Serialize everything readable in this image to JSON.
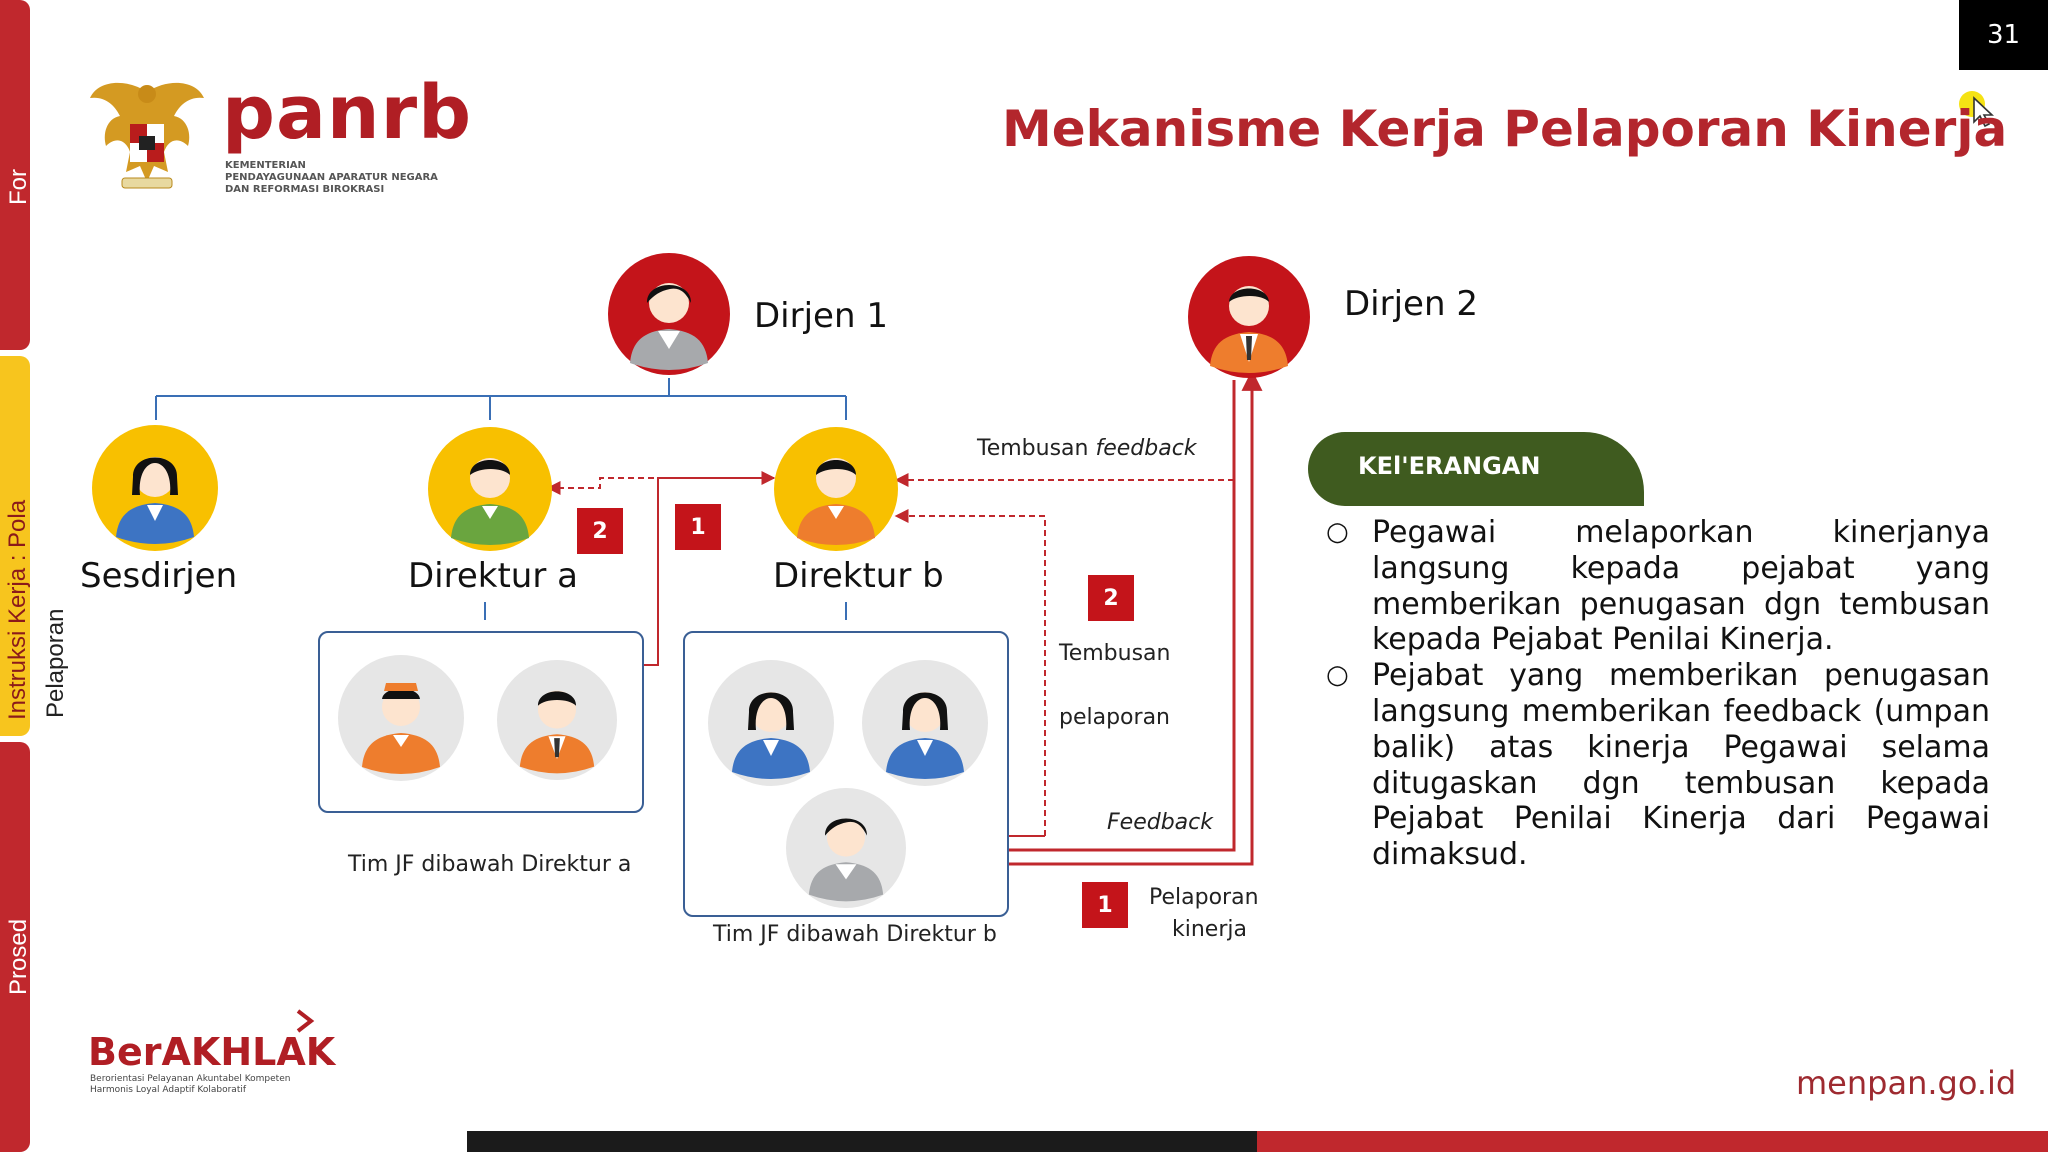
{
  "page_number": "31",
  "side_tabs": {
    "top": "For",
    "middle": "Instruksi Kerja : Pola",
    "middle_sub": "Pelaporan",
    "bottom": "Prosed"
  },
  "logo": {
    "brand": "panrb",
    "line1": "KEMENTERIAN",
    "line2": "PENDAYAGUNAAN APARATUR NEGARA",
    "line3": "DAN REFORMASI BIROKRASI"
  },
  "title": "Mekanisme Kerja Pelaporan Kinerja",
  "nodes": {
    "dirjen1": "Dirjen 1",
    "dirjen2": "Dirjen 2",
    "sesdirjen": "Sesdirjen",
    "direktur_a": "Direktur a",
    "direktur_b": "Direktur b"
  },
  "teams": {
    "team_a": "Tim JF dibawah Direktur a",
    "team_b": "Tim JF dibawah Direktur b"
  },
  "arrow_labels": {
    "tembusan_feedback_prefix": "Tembusan ",
    "tembusan_feedback_italic": "feedback",
    "tembusan": "Tembusan",
    "pelaporan": "pelaporan",
    "feedback": "Feedback",
    "pelaporan_kinerja_1": "Pelaporan",
    "pelaporan_kinerja_2": "kinerja"
  },
  "badges": {
    "b1": "2",
    "b2": "1",
    "b3": "2",
    "b4": "1"
  },
  "keterangan": {
    "label": "KEl'ERANGAN",
    "items": [
      "Pegawai melaporkan kinerjanya langsung kepada pejabat yang memberikan penugasan dgn tembusan kepada Pejabat Penilai Kinerja.",
      "Pejabat yang memberikan penugasan langsung memberikan feedback (umpan balik) atas kinerja Pegawai selama ditugaskan dgn tembusan kepada Pejabat Penilai Kinerja dari Pegawai dimaksud."
    ],
    "bullet_symbol": "○"
  },
  "berakhlak": {
    "brand": "BerAKHLAK",
    "line1": "Berorientasi Pelayanan Akuntabel Kompeten",
    "line2": "Harmonis Loyal Adaptif Kolaboratif"
  },
  "footer_url": "menpan.go.id",
  "colors": {
    "accent_red": "#c0282d",
    "title_red": "#b3262d",
    "tab_yellow": "#f7c51e",
    "keterangan_green": "#3f5b1f",
    "connector_blue": "#3a6fb5"
  }
}
